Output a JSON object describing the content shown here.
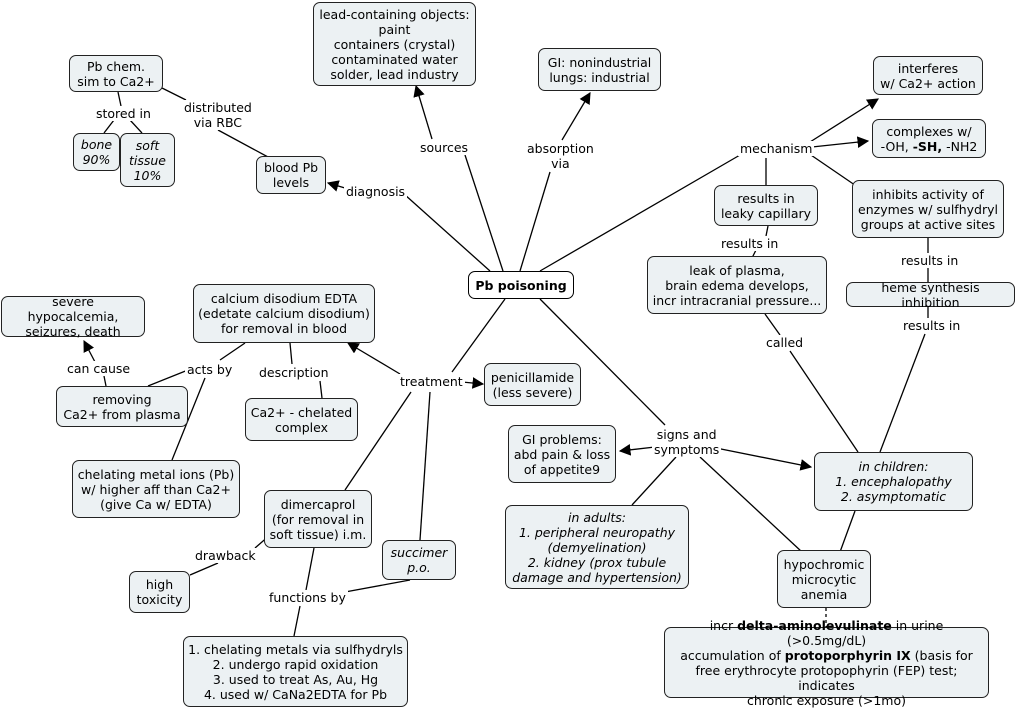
{
  "root": "Pb poisoning",
  "nodes": {
    "pb_chem": [
      "Pb chem.",
      "sim to Ca2+"
    ],
    "bone": [
      "bone",
      "90%"
    ],
    "soft_tissue": [
      "soft",
      "tissue",
      "10%"
    ],
    "blood_pb": [
      "blood Pb",
      "levels"
    ],
    "lead_objects": [
      "lead-containing objects:",
      "paint",
      "containers (crystal)",
      "contaminated water",
      "solder, lead industry"
    ],
    "gi_lungs": [
      "GI:  nonindustrial",
      "lungs:  industrial"
    ],
    "interferes": [
      "interferes",
      "w/ Ca2+ action"
    ],
    "complexes": {
      "line1": "complexes w/",
      "pre": "-OH, ",
      "bold": "-SH,",
      "post": " -NH2"
    },
    "leaky_cap": [
      "results in",
      "leaky capillary"
    ],
    "inhibits": [
      "inhibits activity of",
      "enzymes w/ sulfhydryl",
      "groups at active sites"
    ],
    "leak_plasma": [
      "leak of plasma,",
      "brain edema develops,",
      "incr intracranial pressure..."
    ],
    "heme": [
      "heme synthesis inhibition"
    ],
    "severe_hypo": [
      "severe hypocalcemia,",
      "seizures, death"
    ],
    "cana_edta": [
      "calcium disodium EDTA",
      "(edetate calcium disodium)",
      "for removal in blood"
    ],
    "removing_ca": [
      "removing",
      "Ca2+ from plasma"
    ],
    "ca_chelated": [
      "Ca2+ - chelated",
      "complex"
    ],
    "penicillamide": [
      "penicillamide",
      "(less severe)"
    ],
    "chelating_pb": [
      "chelating metal ions (Pb)",
      "w/ higher aff than Ca2+",
      "(give Ca w/ EDTA)"
    ],
    "gi_problems": [
      "GI problems:",
      "abd pain & loss",
      "of appetite9"
    ],
    "children": [
      "in children:",
      "1. encephalopathy",
      "2.  asymptomatic"
    ],
    "dimercaprol": [
      "dimercaprol",
      "(for removal in",
      "soft tissue) i.m."
    ],
    "succimer": [
      "succimer",
      "p.o."
    ],
    "adults": [
      "in adults:",
      "1. peripheral neuropathy",
      "(demyelination)",
      "2. kidney (prox tubule",
      "damage and hypertension)"
    ],
    "high_tox": [
      "high",
      "toxicity"
    ],
    "hypochromic": [
      "hypochromic",
      "microcytic",
      "anemia"
    ],
    "functions": [
      "1. chelating metals via sulfhydryls",
      "2. undergo rapid oxidation",
      "3. used to treat As, Au, Hg",
      "4. used w/ CaNa2EDTA for Pb"
    ],
    "ala": {
      "l1a": "incr ",
      "l1b": "delta-aminolevulinate",
      "l1c": " in urine (>0.5mg/dL)",
      "l2a": "accumulation of ",
      "l2b": "protoporphyrin IX",
      "l2c": " (basis for",
      "l3": "free erythrocyte protopophyrin (FEP) test; indicates",
      "l4": "chronic exposure (>1mo)"
    }
  },
  "links": {
    "stored_in": "stored in",
    "distributed": [
      "distributed",
      "via RBC"
    ],
    "diagnosis": "diagnosis",
    "sources": "sources",
    "absorption": [
      "absorption",
      "via"
    ],
    "mechanism": "mechanism",
    "results_in_1": "results in",
    "results_in_2": "results in",
    "results_in_3": "results in",
    "called": "called",
    "can_cause": "can cause",
    "acts_by": "acts by",
    "description": "description",
    "treatment": "treatment",
    "signs": [
      "signs and",
      "symptoms"
    ],
    "drawback": "drawback",
    "functions_by": "functions by"
  }
}
